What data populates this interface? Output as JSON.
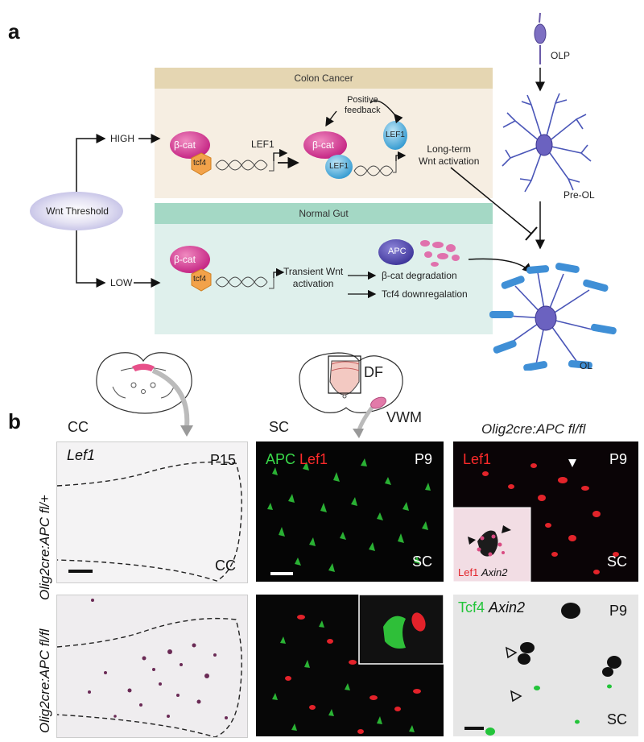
{
  "panel_a": {
    "letter": "a",
    "threshold_label": "Wnt Threshold",
    "high_label": "HIGH",
    "low_label": "LOW",
    "colon_box": {
      "title": "Colon Cancer",
      "beta_cat": "β-cat",
      "tcf4": "tcf4",
      "lef1_gene": "LEF1",
      "positive_feedback_line1": "Positive",
      "positive_feedback_line2": "feedback",
      "lef1_protein": "LEF1",
      "outcome_line1": "Long-term",
      "outcome_line2": "Wnt activation"
    },
    "gut_box": {
      "title": "Normal Gut",
      "beta_cat": "β-cat",
      "tcf4": "tcf4",
      "transient_line1": "Transient Wnt",
      "transient_line2": "activation",
      "apc": "APC",
      "degradation": "β-cat degradation",
      "downregulation": "Tcf4 downregalation"
    },
    "cells": {
      "olp": "OLP",
      "pre_ol": "Pre-OL",
      "ol": "OL"
    }
  },
  "panel_b": {
    "letter": "b",
    "cc_header": "CC",
    "sc_header": "SC",
    "df_label": "DF",
    "vwm_label": "VWM",
    "genotype_header": "Olig2cre:APC fl/fl",
    "row_labels": [
      "Olig2cre:APC fl/+",
      "Olig2cre:APC fl/fl"
    ],
    "cc_top": {
      "probe": "Lef1",
      "age": "P15",
      "region": "CC"
    },
    "sc_top": {
      "marker_green": "APC",
      "marker_red": "Lef1",
      "age": "P9",
      "region": "SC"
    },
    "right_top": {
      "marker_red": "Lef1",
      "age": "P9",
      "region": "SC",
      "inset_red": "Lef1",
      "inset_dark": "Axin2"
    },
    "right_bottom": {
      "marker_green": "Tcf4",
      "marker_dark": "Axin2",
      "age": "P9",
      "region": "SC"
    }
  }
}
